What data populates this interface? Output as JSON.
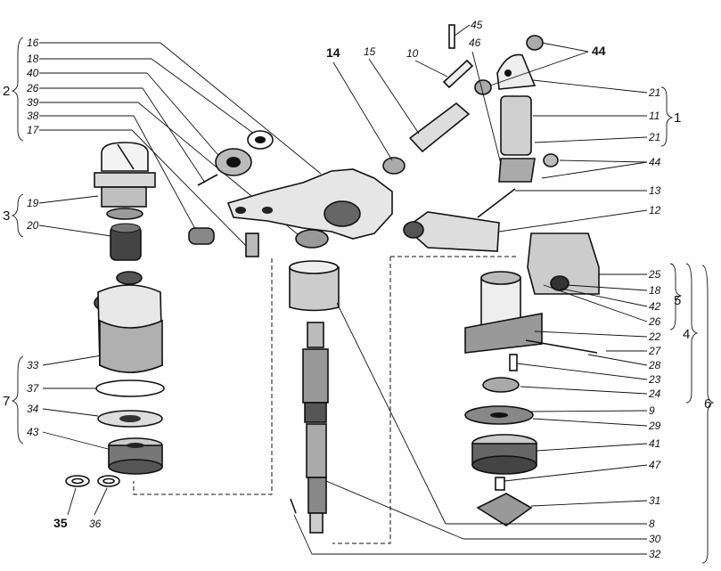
{
  "labels": {
    "l16": "16",
    "l18a": "18",
    "l40": "40",
    "l26a": "26",
    "l39": "39",
    "l38": "38",
    "l17": "17",
    "g2": "2",
    "l19": "19",
    "l20": "20",
    "g3": "3",
    "l33": "33",
    "l37": "37",
    "l34": "34",
    "l43": "43",
    "g7": "7",
    "l35": "35",
    "l36": "36",
    "l14": "14",
    "l15": "15",
    "l10": "10",
    "l46": "46",
    "l45": "45",
    "l44a": "44",
    "l21a": "21",
    "l11": "11",
    "l21b": "21",
    "g1": "1",
    "l44b": "44",
    "l13": "13",
    "l12": "12",
    "l25": "25",
    "l18b": "18",
    "l42": "42",
    "l26b": "26",
    "g5": "5",
    "l22": "22",
    "l27": "27",
    "l28": "28",
    "l23": "23",
    "l24": "24",
    "g4": "4",
    "l9": "9",
    "l29": "29",
    "l41": "41",
    "l47": "47",
    "l31": "31",
    "g6": "6",
    "l8": "8",
    "l30": "30",
    "l32": "32"
  }
}
